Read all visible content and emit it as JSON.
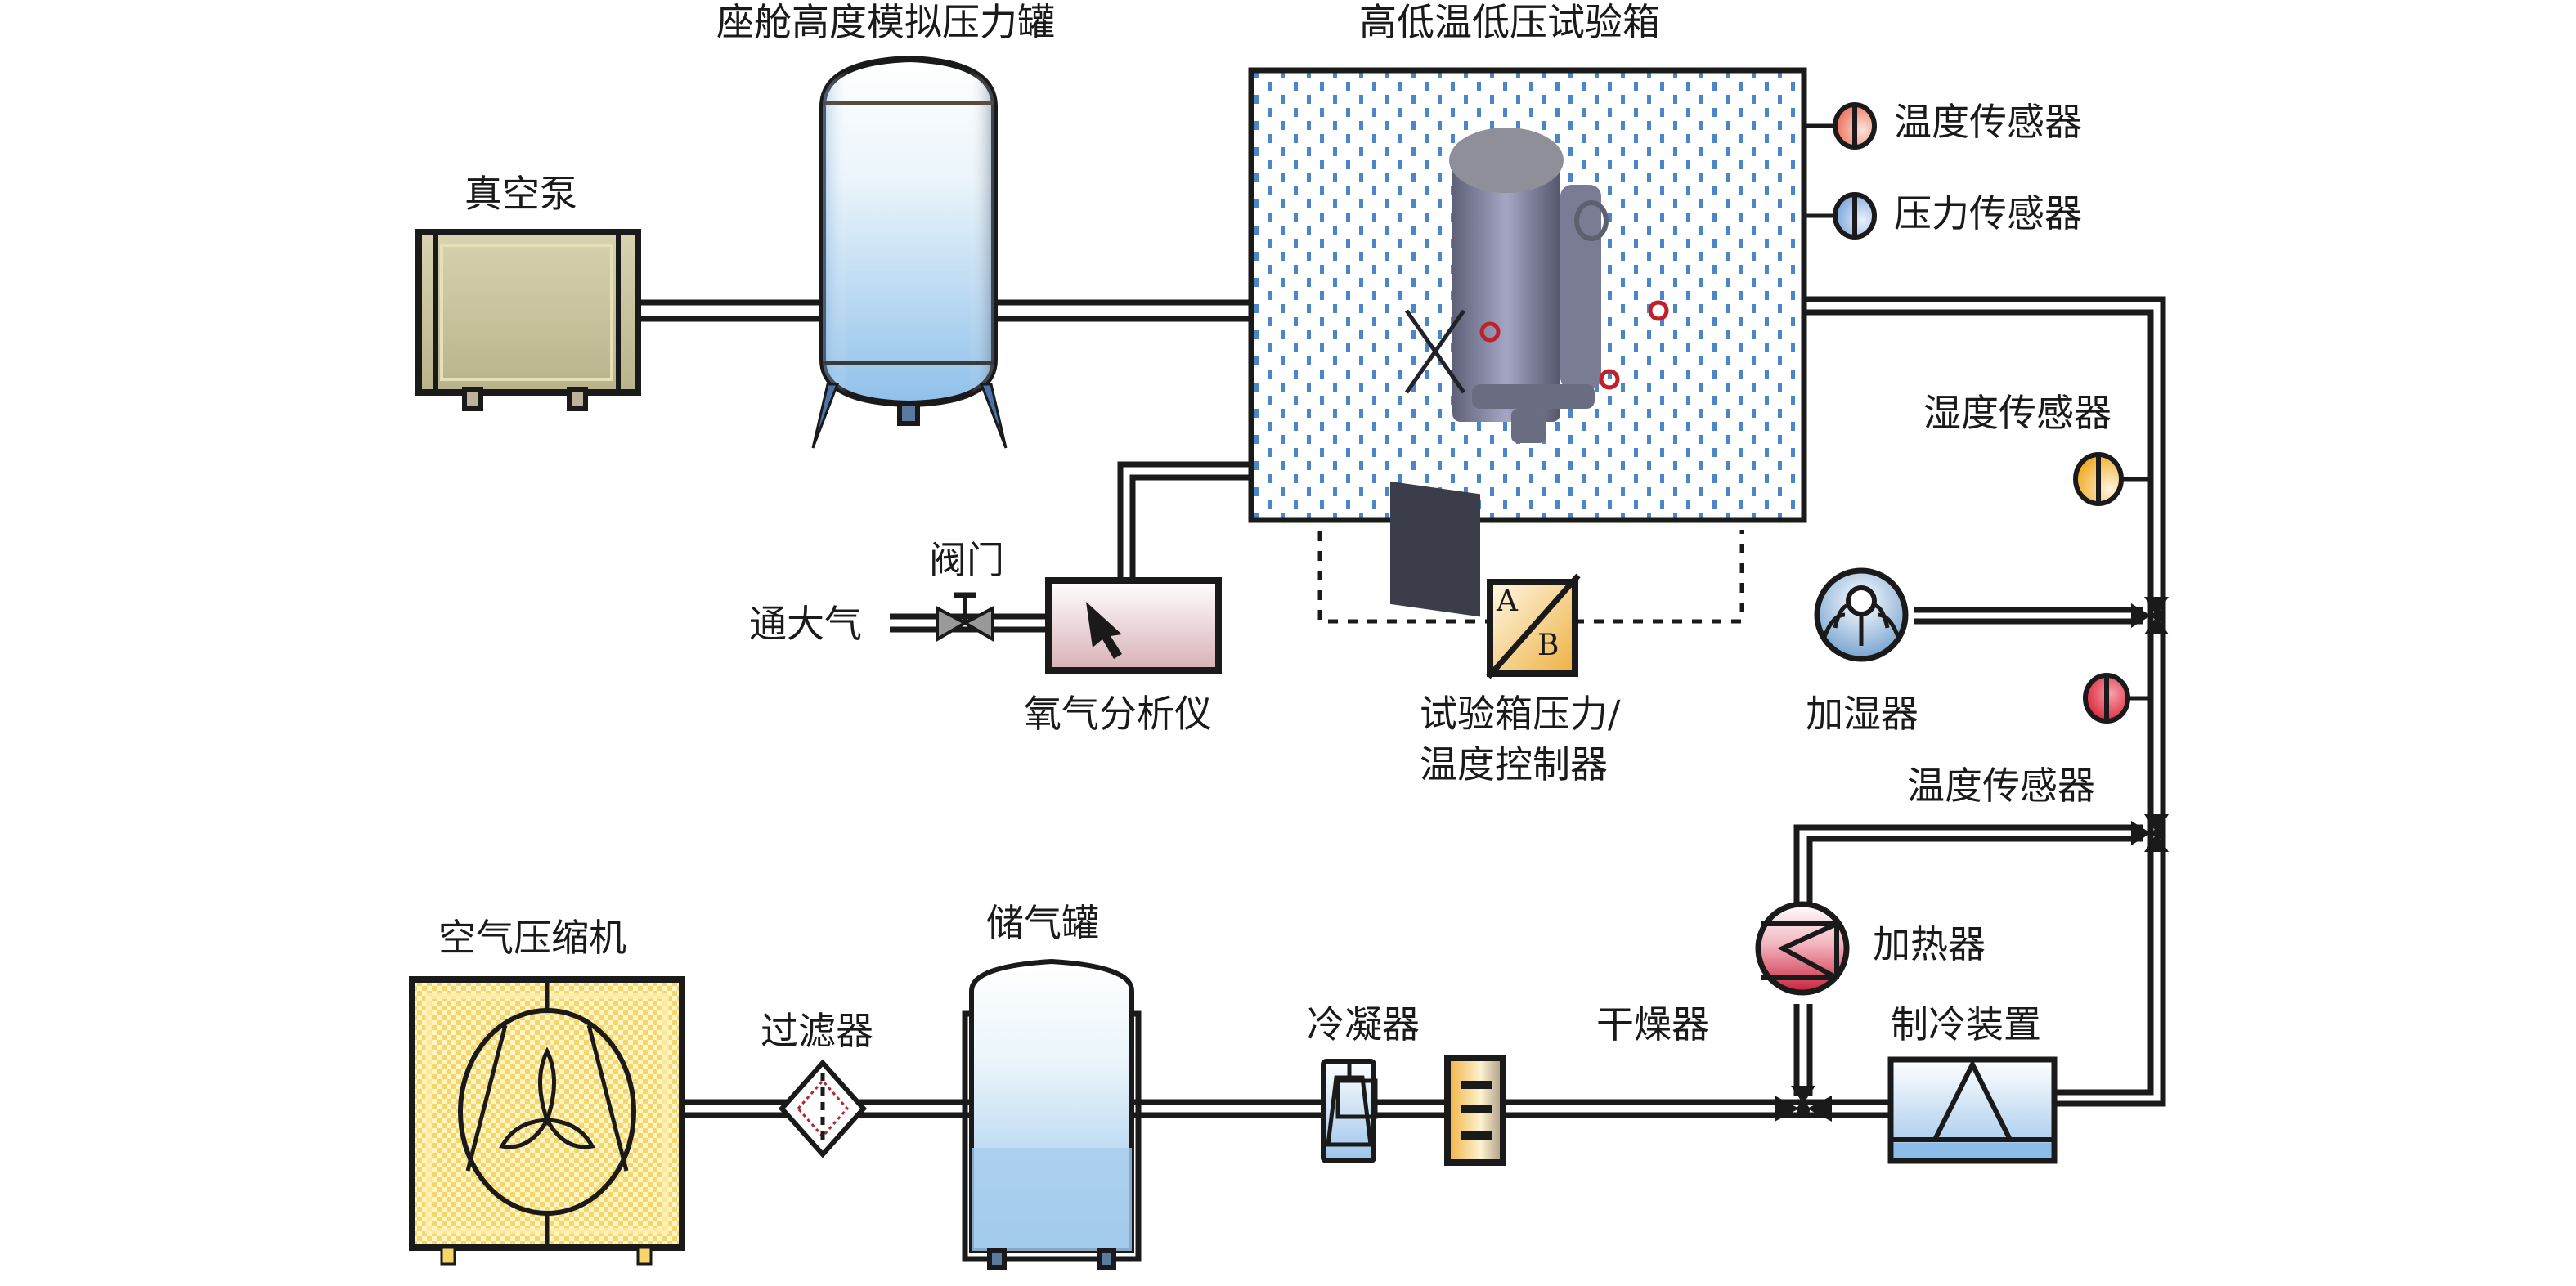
{
  "components": {
    "vacuum_pump": "真空泵",
    "cabin_tank": "座舱高度模拟压力罐",
    "chamber": "高低温低压试验箱",
    "chamber_temp_sensor": "温度传感器",
    "chamber_pressure_sensor": "压力传感器",
    "humidity_sensor": "湿度传感器",
    "valve": "阀门",
    "atmosphere": "通大气",
    "oxygen_analyzer": "氧气分析仪",
    "controller_line1": "试验箱压力/",
    "controller_line2": "温度控制器",
    "controller_a": "A",
    "controller_b": "B",
    "humidifier": "加湿器",
    "line_temp_sensor": "温度传感器",
    "heater": "加热器",
    "air_compressor": "空气压缩机",
    "filter": "过滤器",
    "storage_tank": "储气罐",
    "condenser": "冷凝器",
    "dryer": "干燥器",
    "refrigeration": "制冷装置"
  },
  "colors": {
    "pipe": "#1a1a1a",
    "chamber_dots": "#4a86c8",
    "temp_sensor": "#e8705a",
    "pressure_sensor": "#7fa6d8",
    "humidity_sensor": "#f0b030",
    "line_temp_sensor": "#e02840",
    "port_ring": "#c0202a",
    "tank_blue": "#9cc8ec",
    "compressor_yellow": "#f3d56a",
    "dryer_orange": "#f0b040",
    "vacuum_pump_khaki": "#c9c39a",
    "analyzer_pink": "#f3d4d8"
  }
}
